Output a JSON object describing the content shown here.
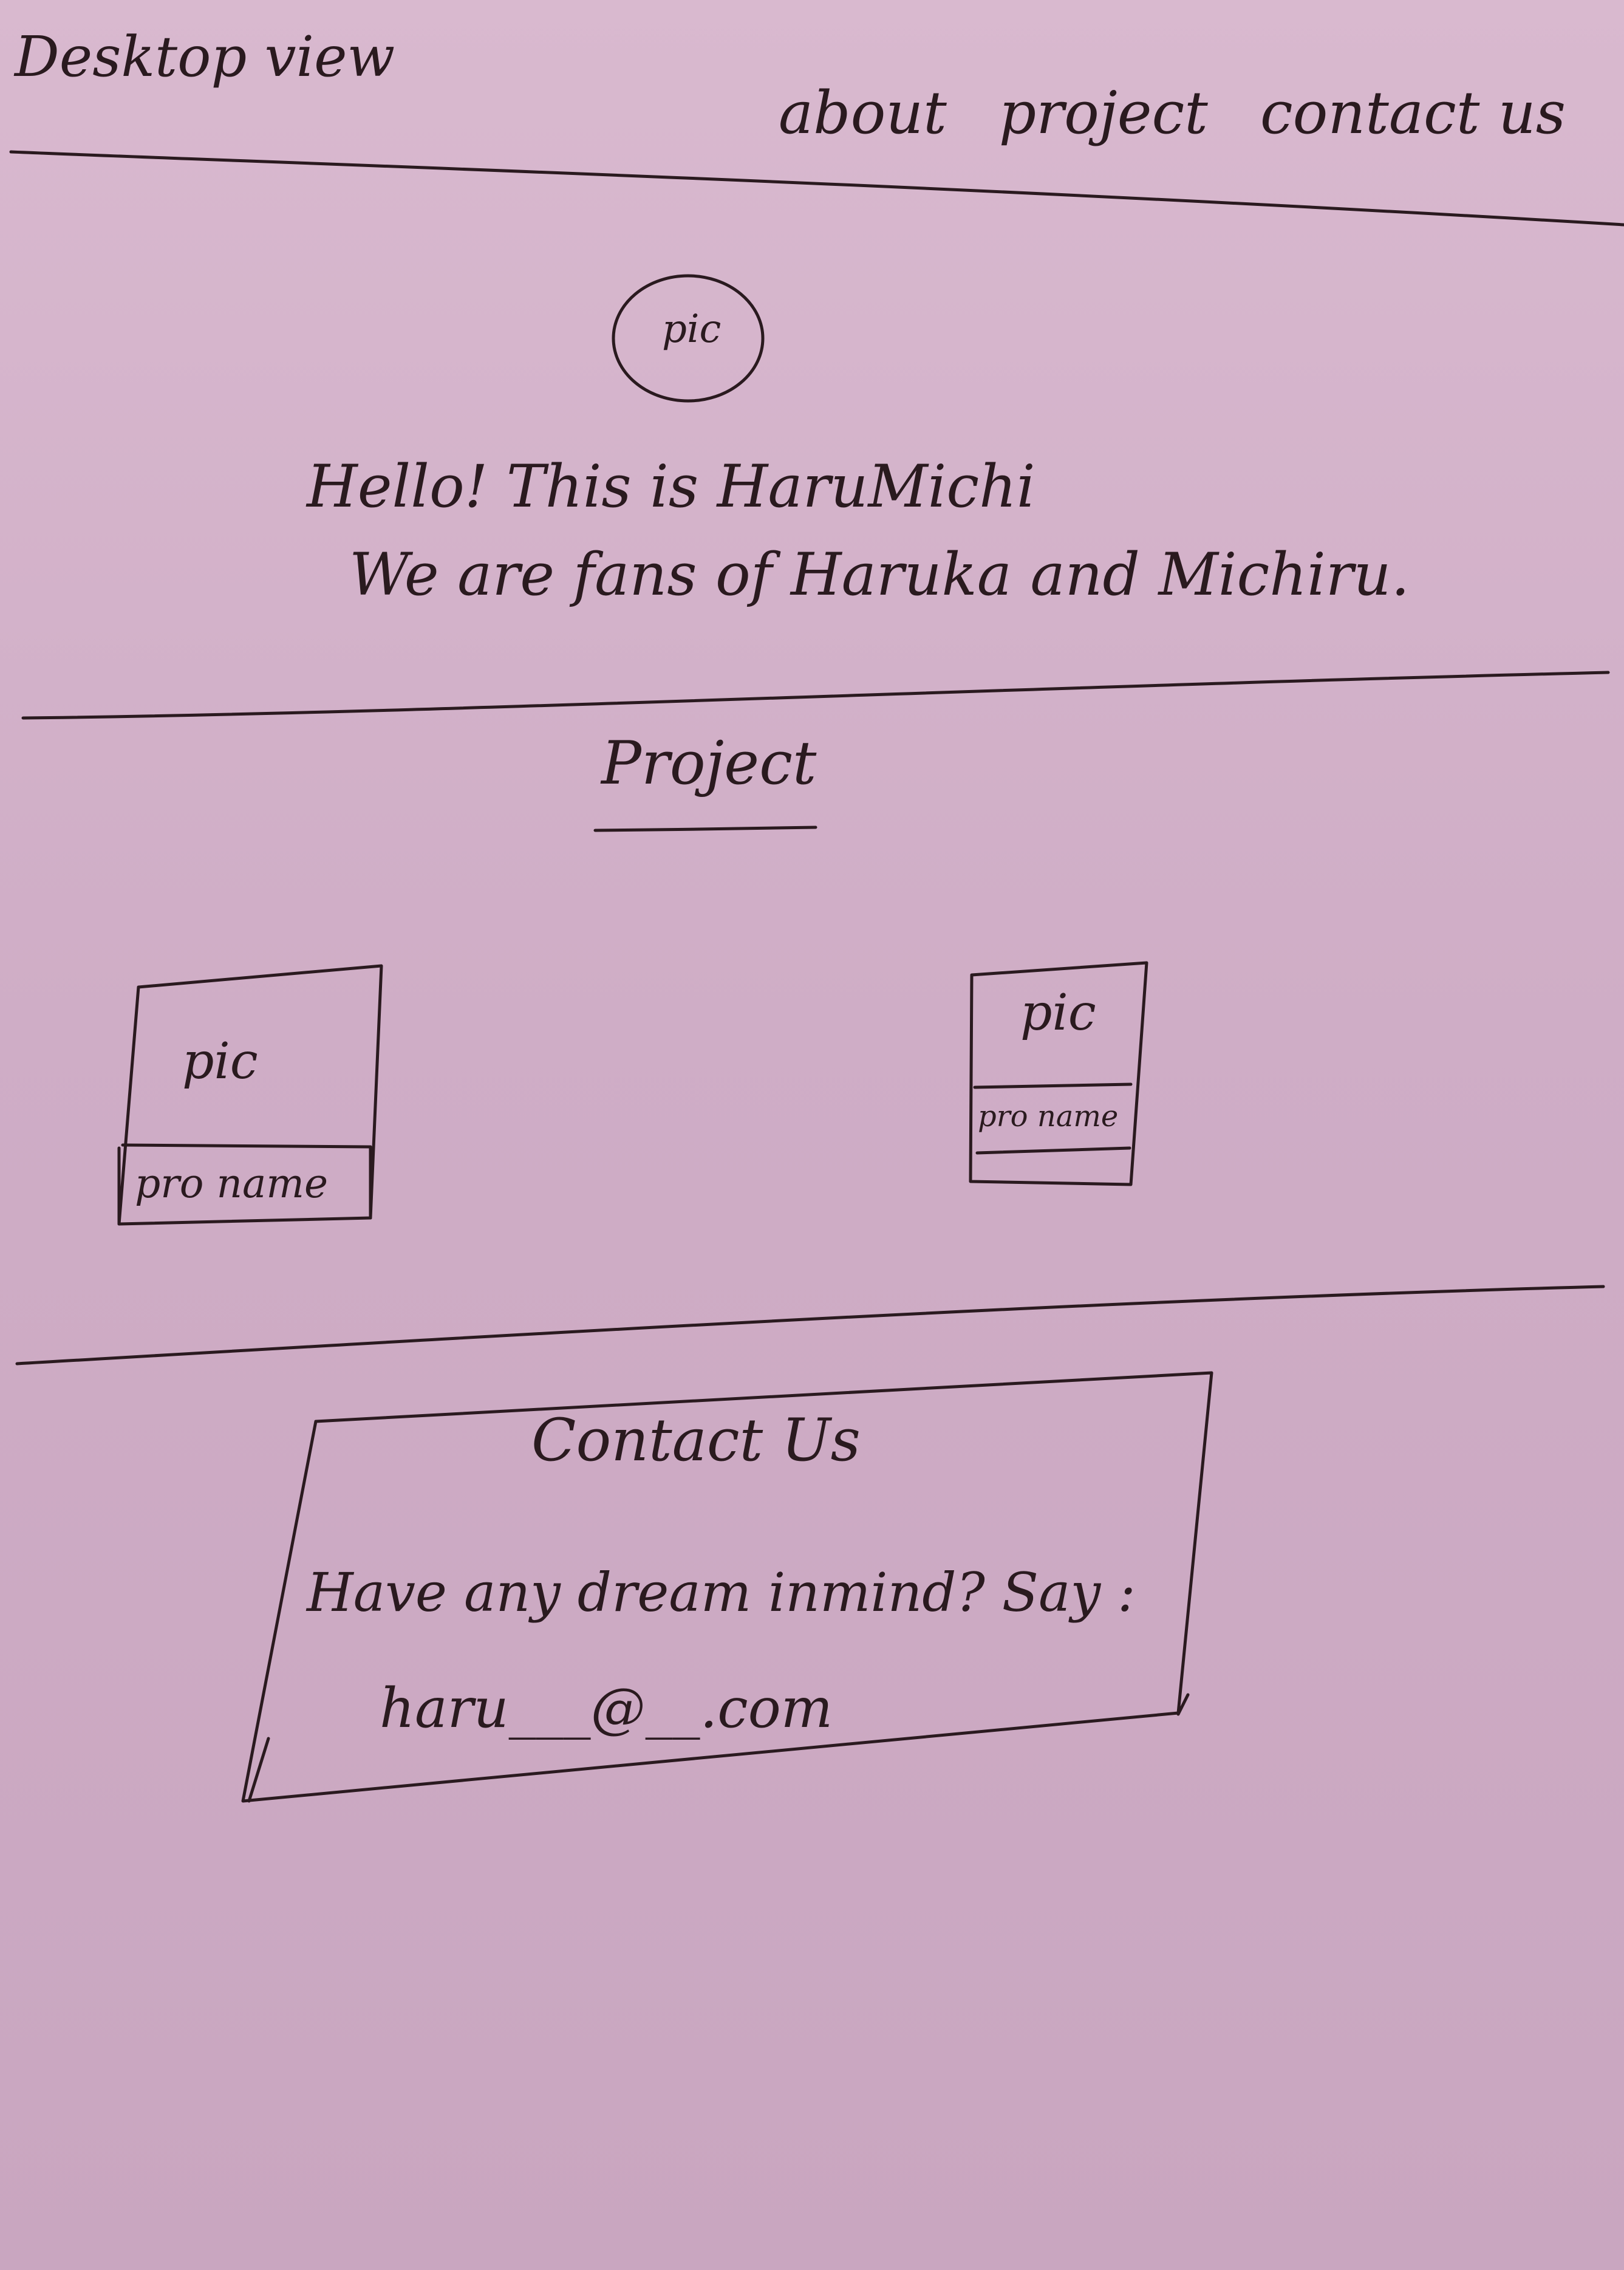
{
  "page": {
    "title": "Desktop view"
  },
  "nav": {
    "items": [
      {
        "label": "about"
      },
      {
        "label": "project"
      },
      {
        "label": "contact us"
      }
    ]
  },
  "hero": {
    "avatar_label": "pic",
    "line1": "Hello! This is HaruMichi",
    "line2": "We are fans of Haruka and Michiru."
  },
  "projects": {
    "title": "Project",
    "cards": [
      {
        "pic": "pic",
        "name": "pro name"
      },
      {
        "pic": "pic",
        "name": "pro name"
      }
    ]
  },
  "contact": {
    "title": "Contact Us",
    "message": "Have any dream inmind? Say :",
    "email": "haru___@__.com"
  },
  "colors": {
    "paper": "#d6b4cc",
    "ink": "#2a1a1f"
  }
}
